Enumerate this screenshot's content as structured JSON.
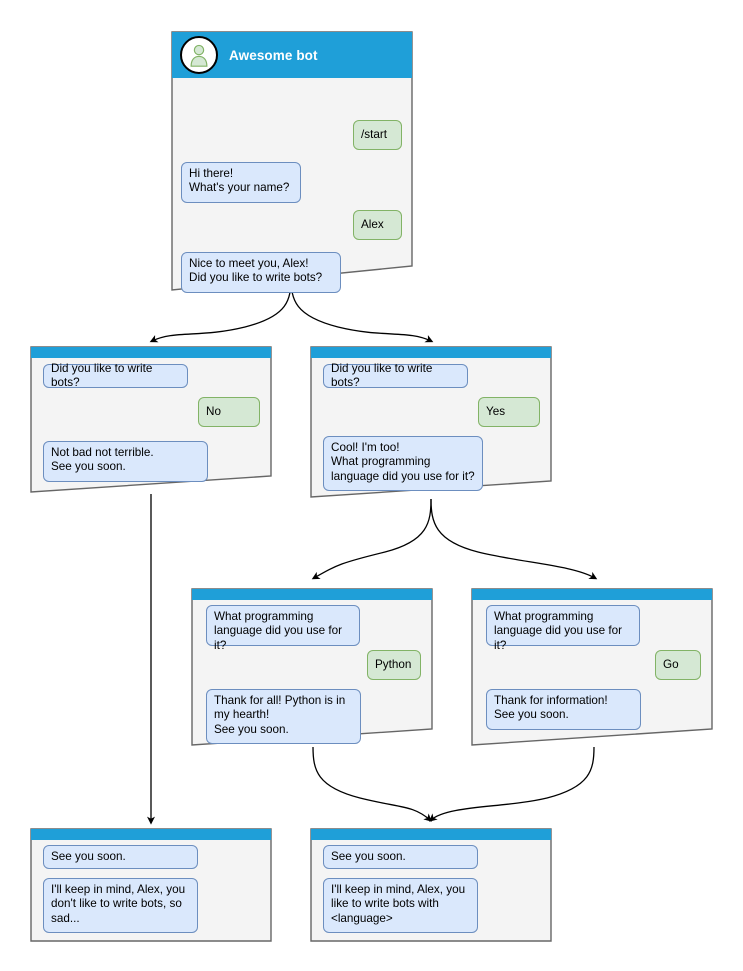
{
  "diagram": {
    "type": "chatbot-conversation-flowchart",
    "accent_header_color": "#1f9fd8",
    "node_body_color": "#f4f4f4",
    "node_border_color": "#666666",
    "bot_bubble_fill": "#dae8fc",
    "bot_bubble_border": "#6c8ebf",
    "user_bubble_fill": "#d5e8d4",
    "user_bubble_border": "#82b366",
    "edge_color": "#000000"
  },
  "nodes": {
    "root": {
      "title": "Awesome bot",
      "avatar_icon": "person-avatar-icon",
      "messages": [
        {
          "role": "user",
          "text": "/start"
        },
        {
          "role": "bot",
          "text": "Hi there!\nWhat's your name?"
        },
        {
          "role": "user",
          "text": "Alex"
        },
        {
          "role": "bot",
          "text": "Nice to meet you, Alex!\nDid you like to write bots?"
        }
      ]
    },
    "no_branch": {
      "messages": [
        {
          "role": "bot",
          "text": "Did you like to write bots?"
        },
        {
          "role": "user",
          "text": "No"
        },
        {
          "role": "bot",
          "text": "Not bad not terrible.\nSee you soon."
        }
      ]
    },
    "yes_branch": {
      "messages": [
        {
          "role": "bot",
          "text": "Did you like to write bots?"
        },
        {
          "role": "user",
          "text": "Yes"
        },
        {
          "role": "bot",
          "text": "Cool! I'm too!\nWhat programming\nlanguage did you use for it?"
        }
      ]
    },
    "python_branch": {
      "messages": [
        {
          "role": "bot",
          "text": "What programming\nlanguage did you use for it?"
        },
        {
          "role": "user",
          "text": "Python"
        },
        {
          "role": "bot",
          "text": "Thank for all! Python is in\nmy hearth!\nSee you soon."
        }
      ]
    },
    "go_branch": {
      "messages": [
        {
          "role": "bot",
          "text": "What programming\nlanguage did you use for it?"
        },
        {
          "role": "user",
          "text": "Go"
        },
        {
          "role": "bot",
          "text": "Thank for information!\nSee you soon."
        }
      ]
    },
    "end_sad": {
      "messages": [
        {
          "role": "bot",
          "text": "See you soon."
        },
        {
          "role": "bot",
          "text": "I'll keep in mind, Alex, you\ndon't like to write bots, so\nsad..."
        }
      ]
    },
    "end_happy": {
      "messages": [
        {
          "role": "bot",
          "text": "See you soon."
        },
        {
          "role": "bot",
          "text": "I'll keep in mind, Alex, you\nlike to write bots with\n<language>"
        }
      ]
    }
  }
}
